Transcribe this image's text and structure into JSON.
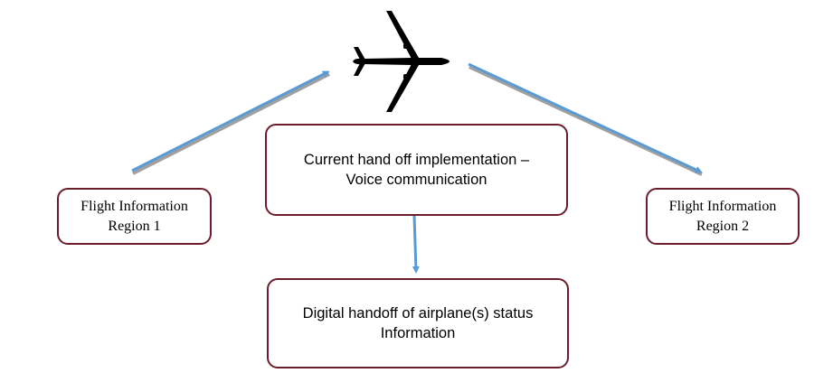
{
  "nodes": {
    "fir1": {
      "line1": "Flight Information",
      "line2": "Region 1"
    },
    "fir2": {
      "line1": "Flight Information",
      "line2": "Region 2"
    },
    "current": {
      "line1": "Current hand off implementation –",
      "line2": "Voice communication"
    },
    "digital": {
      "line1": "Digital handoff of airplane(s) status",
      "line2": "Information"
    }
  },
  "colors": {
    "border": "#6b1d2b",
    "arrow": "#5b9bd5",
    "arrow_shadow": "#a0a0a0",
    "airplane": "#000000"
  },
  "icons": {
    "airplane": "airplane-icon"
  }
}
